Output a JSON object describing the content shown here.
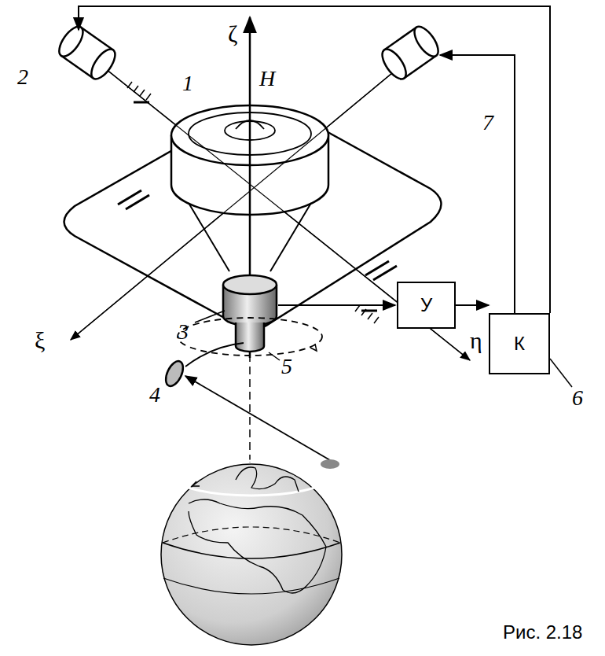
{
  "diagram": {
    "caption": "Рис. 2.18",
    "nodes": [
      {
        "text": [
          "К"
        ]
      },
      {
        "text": [
          "У"
        ]
      }
    ],
    "edges": [
      {
        "from": 1,
        "to": 0,
        "arrow": "to"
      }
    ],
    "labels": [
      "ζ",
      "H",
      "1",
      "2",
      "7",
      "ξ",
      "η",
      "6",
      "3",
      "5",
      "4"
    ]
  }
}
